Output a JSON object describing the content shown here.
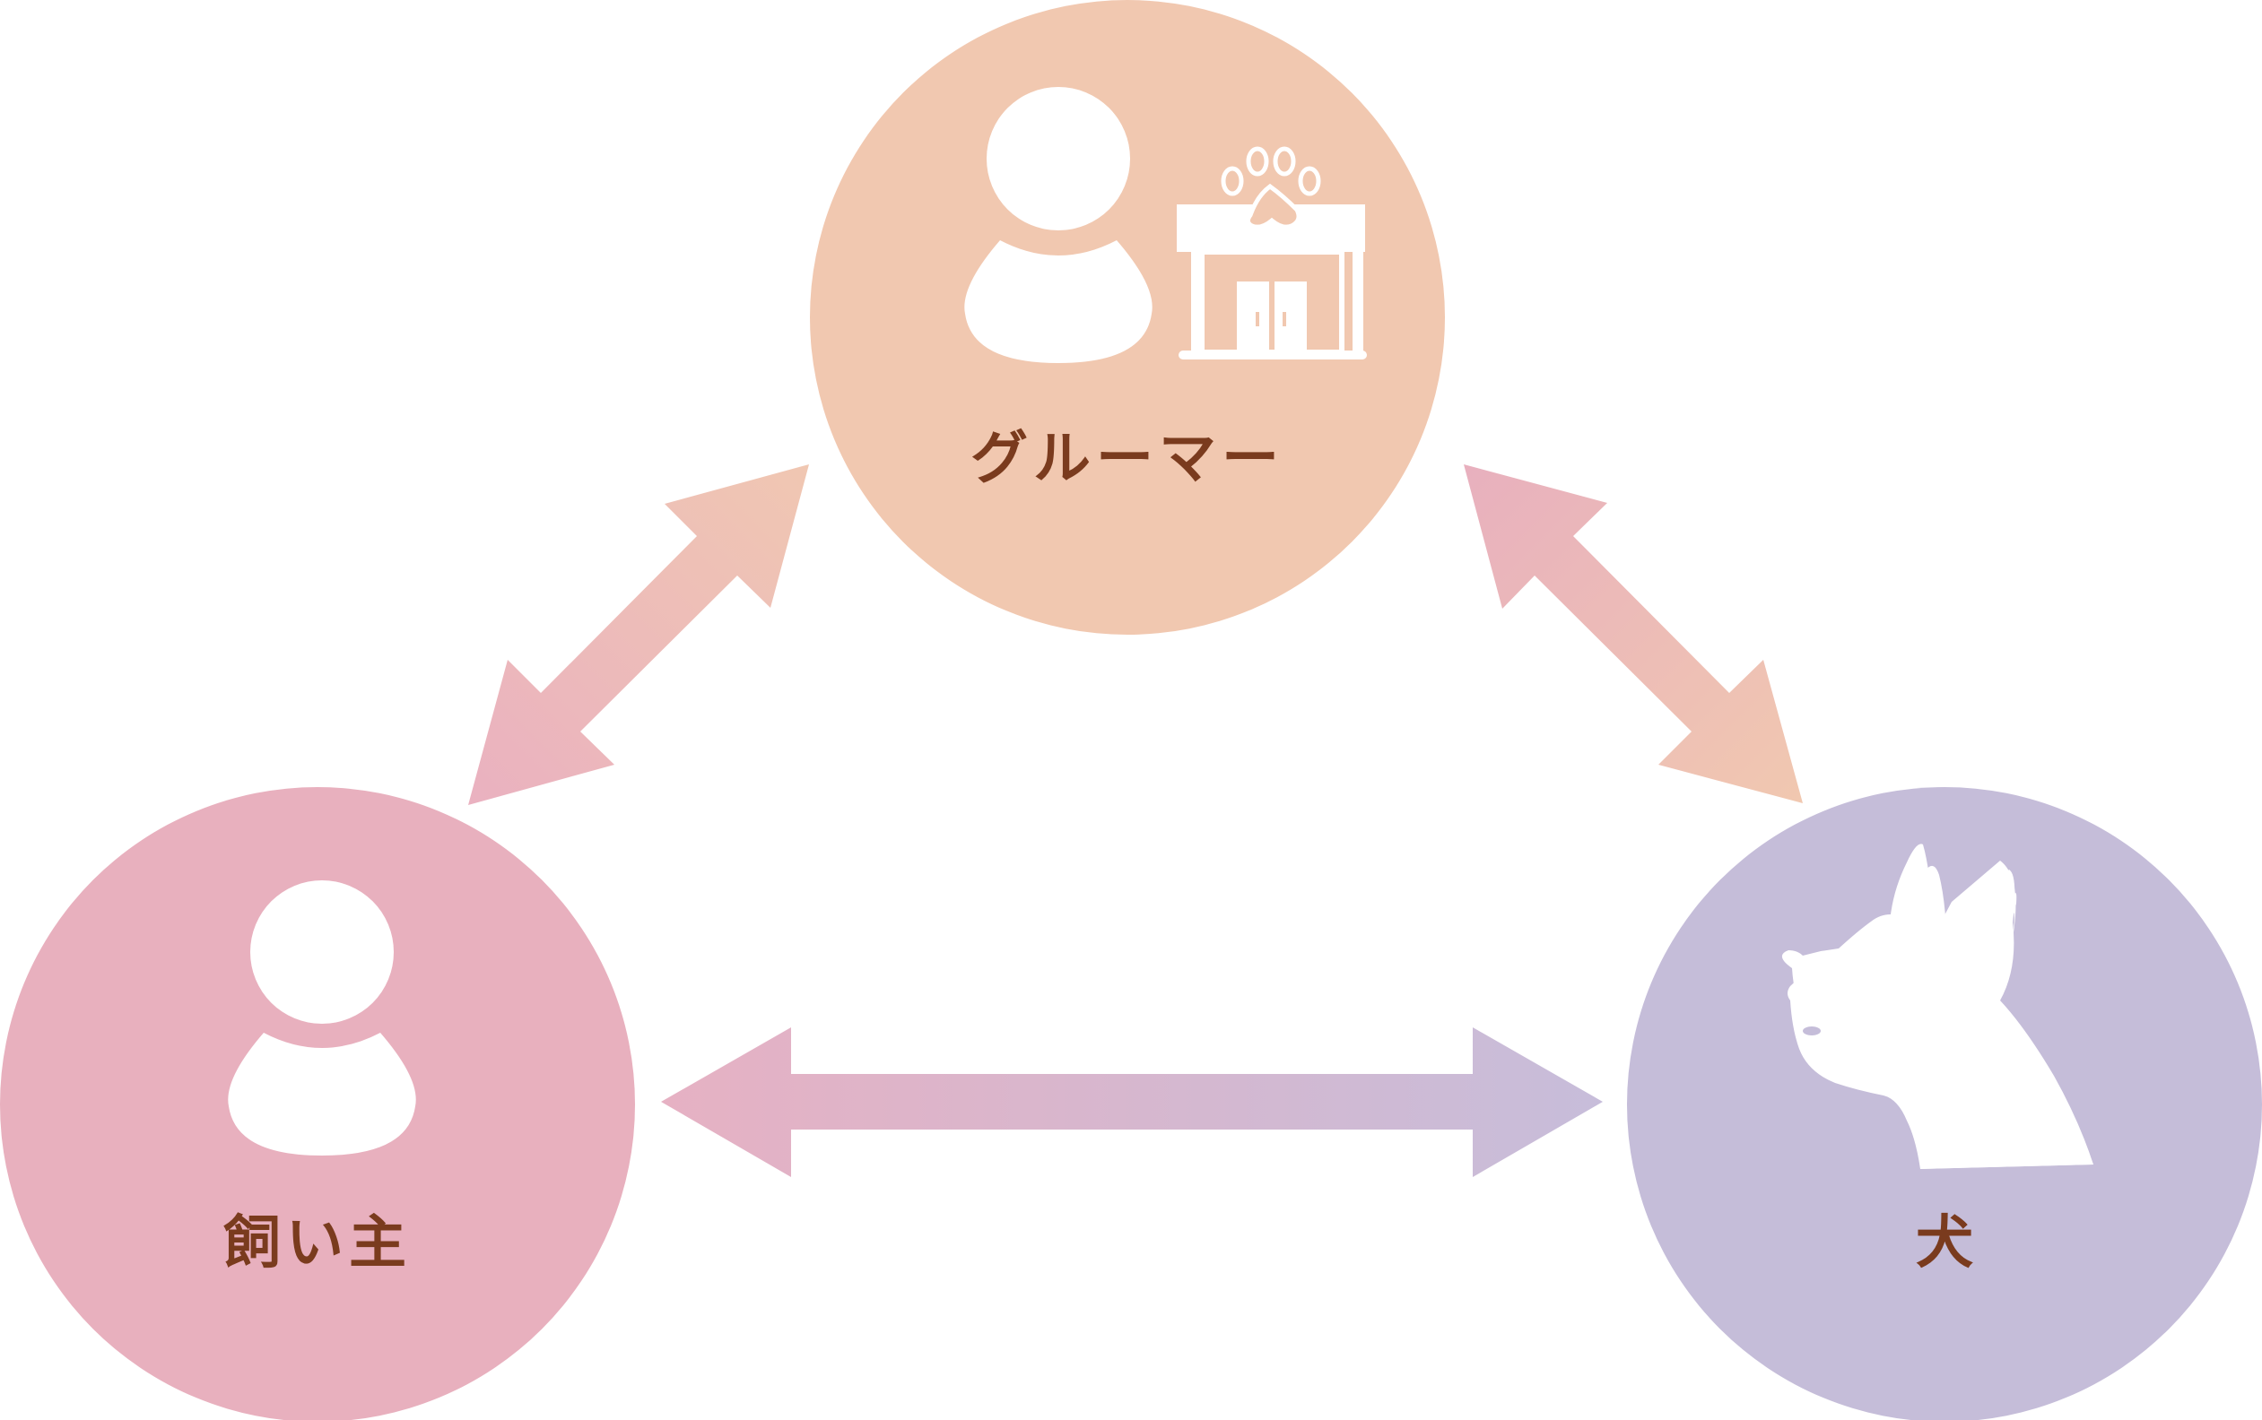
{
  "nodes": {
    "groomer": {
      "label": "グルーマー",
      "color": "#f1c8b0"
    },
    "owner": {
      "label": "飼い主",
      "color": "#e8b0be"
    },
    "dog": {
      "label": "犬",
      "color": "#c5bdd9"
    }
  },
  "colors": {
    "label_text": "#7a3b1e",
    "icon_fill": "#ffffff",
    "arrow_owner_end": "#eab1c0",
    "arrow_groomer_end": "#f0c7b2",
    "arrow_dog_end": "#c7bdda"
  },
  "icons": {
    "groomer": [
      "person-icon",
      "grooming-shop-icon",
      "paw-icon"
    ],
    "owner": [
      "person-icon"
    ],
    "dog": [
      "dog-head-icon"
    ]
  },
  "arrows": [
    {
      "from": "owner",
      "to": "groomer",
      "style": "double-headed"
    },
    {
      "from": "groomer",
      "to": "dog",
      "style": "double-headed"
    },
    {
      "from": "owner",
      "to": "dog",
      "style": "double-headed"
    }
  ]
}
